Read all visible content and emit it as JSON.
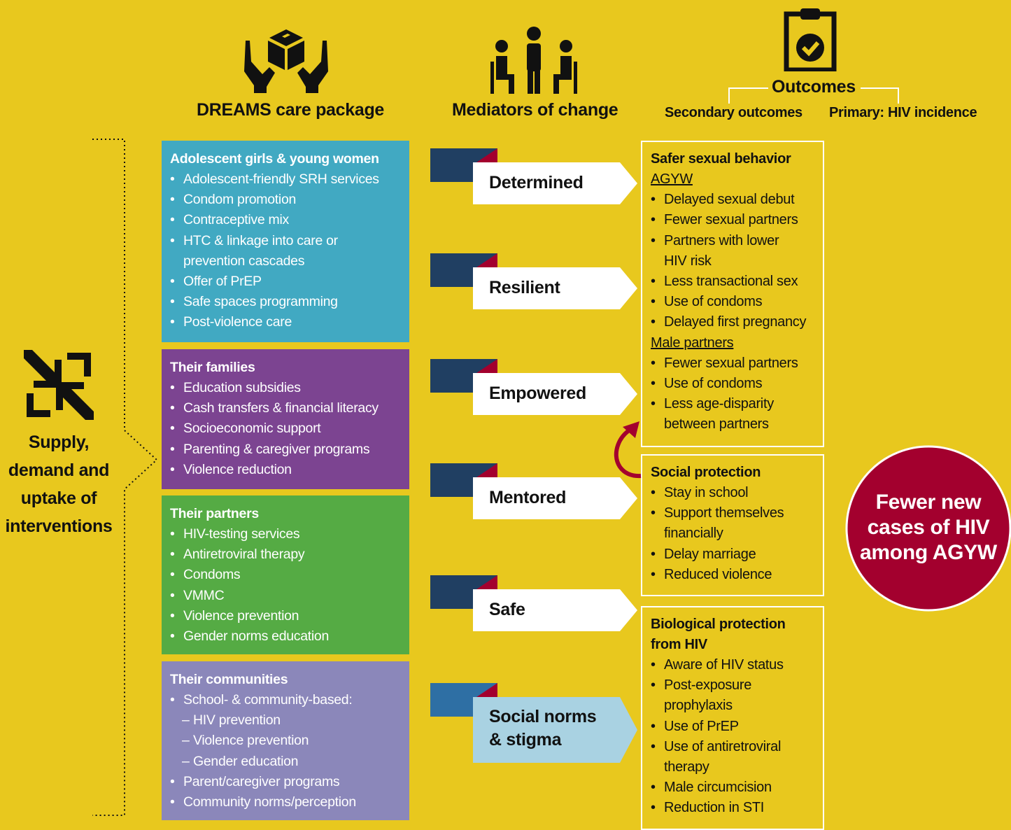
{
  "headers": {
    "care_package": "DREAMS care package",
    "mediators": "Mediators of change",
    "outcomes": "Outcomes",
    "secondary": "Secondary outcomes",
    "primary": "Primary: HIV incidence"
  },
  "left_label": [
    "Supply,",
    "demand and",
    "uptake of",
    "interventions"
  ],
  "care_boxes": [
    {
      "title": "Adolescent girls & young women",
      "color": "#41a9c2",
      "items": [
        "Adolescent-friendly SRH services",
        "Condom promotion",
        "Contraceptive mix",
        "HTC & linkage into care or",
        "prevention cascades",
        "Offer of PrEP",
        "Safe spaces programming",
        "Post-violence care"
      ]
    },
    {
      "title": "Their families",
      "color": "#7c4491",
      "items": [
        "Education subsidies",
        "Cash transfers & financial literacy",
        "Socioeconomic support",
        "Parenting & caregiver programs",
        "Violence reduction"
      ]
    },
    {
      "title": "Their partners",
      "color": "#55ab44",
      "items": [
        "HIV-testing services",
        "Antiretroviral therapy",
        "Condoms",
        "VMMC",
        "Violence prevention",
        "Gender norms education"
      ]
    },
    {
      "title": "Their communities",
      "color": "#8b87ba",
      "items": [
        "School- & community-based:",
        "HIV prevention",
        "Violence prevention",
        "Gender education",
        "Parent/caregiver programs",
        "Community norms/perception"
      ]
    }
  ],
  "mediators": [
    {
      "label": "Determined"
    },
    {
      "label": "Resilient"
    },
    {
      "label": "Empowered"
    },
    {
      "label": "Mentored"
    },
    {
      "label": "Safe"
    },
    {
      "label": "Social norms",
      "label2": "& stigma"
    }
  ],
  "outcome_boxes": {
    "sexual": {
      "title": "Safer sexual behavior",
      "agyw_label": "AGYW",
      "agyw_items": [
        "Delayed sexual debut",
        "Fewer sexual partners",
        "Partners with lower",
        "HIV risk",
        "Less transactional sex",
        "Use of condoms",
        "Delayed first pregnancy"
      ],
      "male_label": "Male partners",
      "male_items": [
        "Fewer sexual partners",
        "Use of condoms",
        "Less age-disparity",
        "between partners"
      ]
    },
    "social": {
      "title": "Social protection",
      "items": [
        "Stay in school",
        "Support themselves",
        "financially",
        "Delay marriage",
        "Reduced violence"
      ]
    },
    "bio": {
      "title": "Biological protection",
      "title2": "from HIV",
      "items": [
        "Aware of HIV status",
        "Post-exposure",
        "prophylaxis",
        "Use of PrEP",
        "Use of antiretroviral",
        "therapy",
        "Male circumcision",
        "Reduction in STI"
      ]
    }
  },
  "result": [
    "Fewer new",
    "cases of HIV",
    "among AGYW"
  ],
  "colors": {
    "background": "#e8c81e",
    "navy": "#203f62",
    "maroon": "#a3002e",
    "light_blue": "#a9d2e2"
  }
}
